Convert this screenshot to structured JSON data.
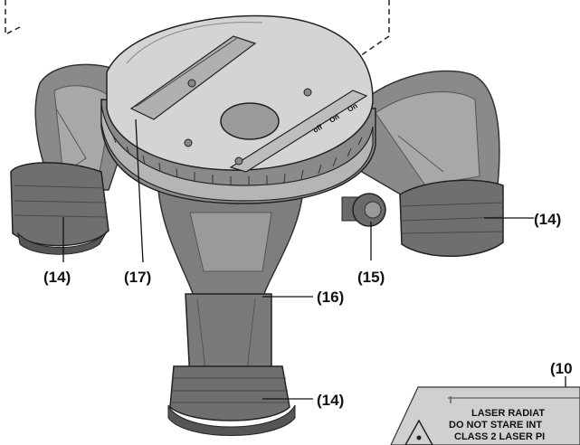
{
  "callouts": {
    "left_foot": "(14)",
    "right_foot": "(14)",
    "bottom_foot": "(14)",
    "top_rail": "(17)",
    "knob": "(15)",
    "leg": "(16)",
    "label_ref": "(10"
  },
  "plate_switch": {
    "off": "off",
    "on1": "On",
    "on2": "On"
  },
  "warning_label": {
    "line1": "LASER RADIAT",
    "line2": "DO NOT STARE INT",
    "line3": "CLASS 2 LASER PI"
  },
  "colors": {
    "body": "#8f8f8f",
    "body_dark": "#5e5e5e",
    "rubber": "#6f6f6f",
    "plate": "#d4d4d4",
    "label_bg": "#d0d0d0"
  }
}
